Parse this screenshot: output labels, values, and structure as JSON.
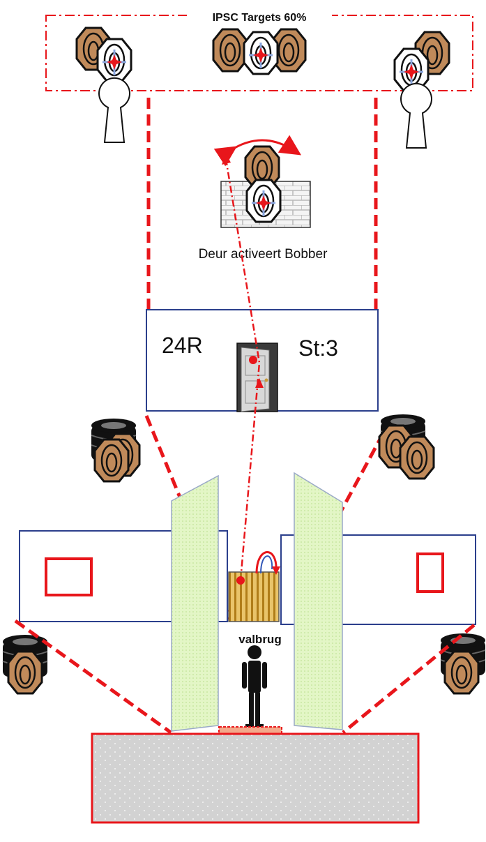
{
  "targets_banner": {
    "label": "IPSC Targets 60%"
  },
  "bobber": {
    "caption": "Deur activeert Bobber"
  },
  "center_wall": {
    "rounds": "24R",
    "stage": "St:3"
  },
  "drawbridge": {
    "label": "valbrug"
  },
  "colors": {
    "outline_red": "#e8161b",
    "panel_border": "#2b3f8c",
    "target_brown": "#c08a5a",
    "no_shoot_white": "#ffffff",
    "screen_green": "#d8f0b4",
    "shooting_box": "#d2d2d2",
    "drawbridge_yellow": "#e0b340"
  },
  "icons": [
    "ipsc-target-icon",
    "no-shoot-target-icon",
    "popper-icon",
    "tire-stack-icon",
    "door-icon",
    "shooter-icon"
  ]
}
